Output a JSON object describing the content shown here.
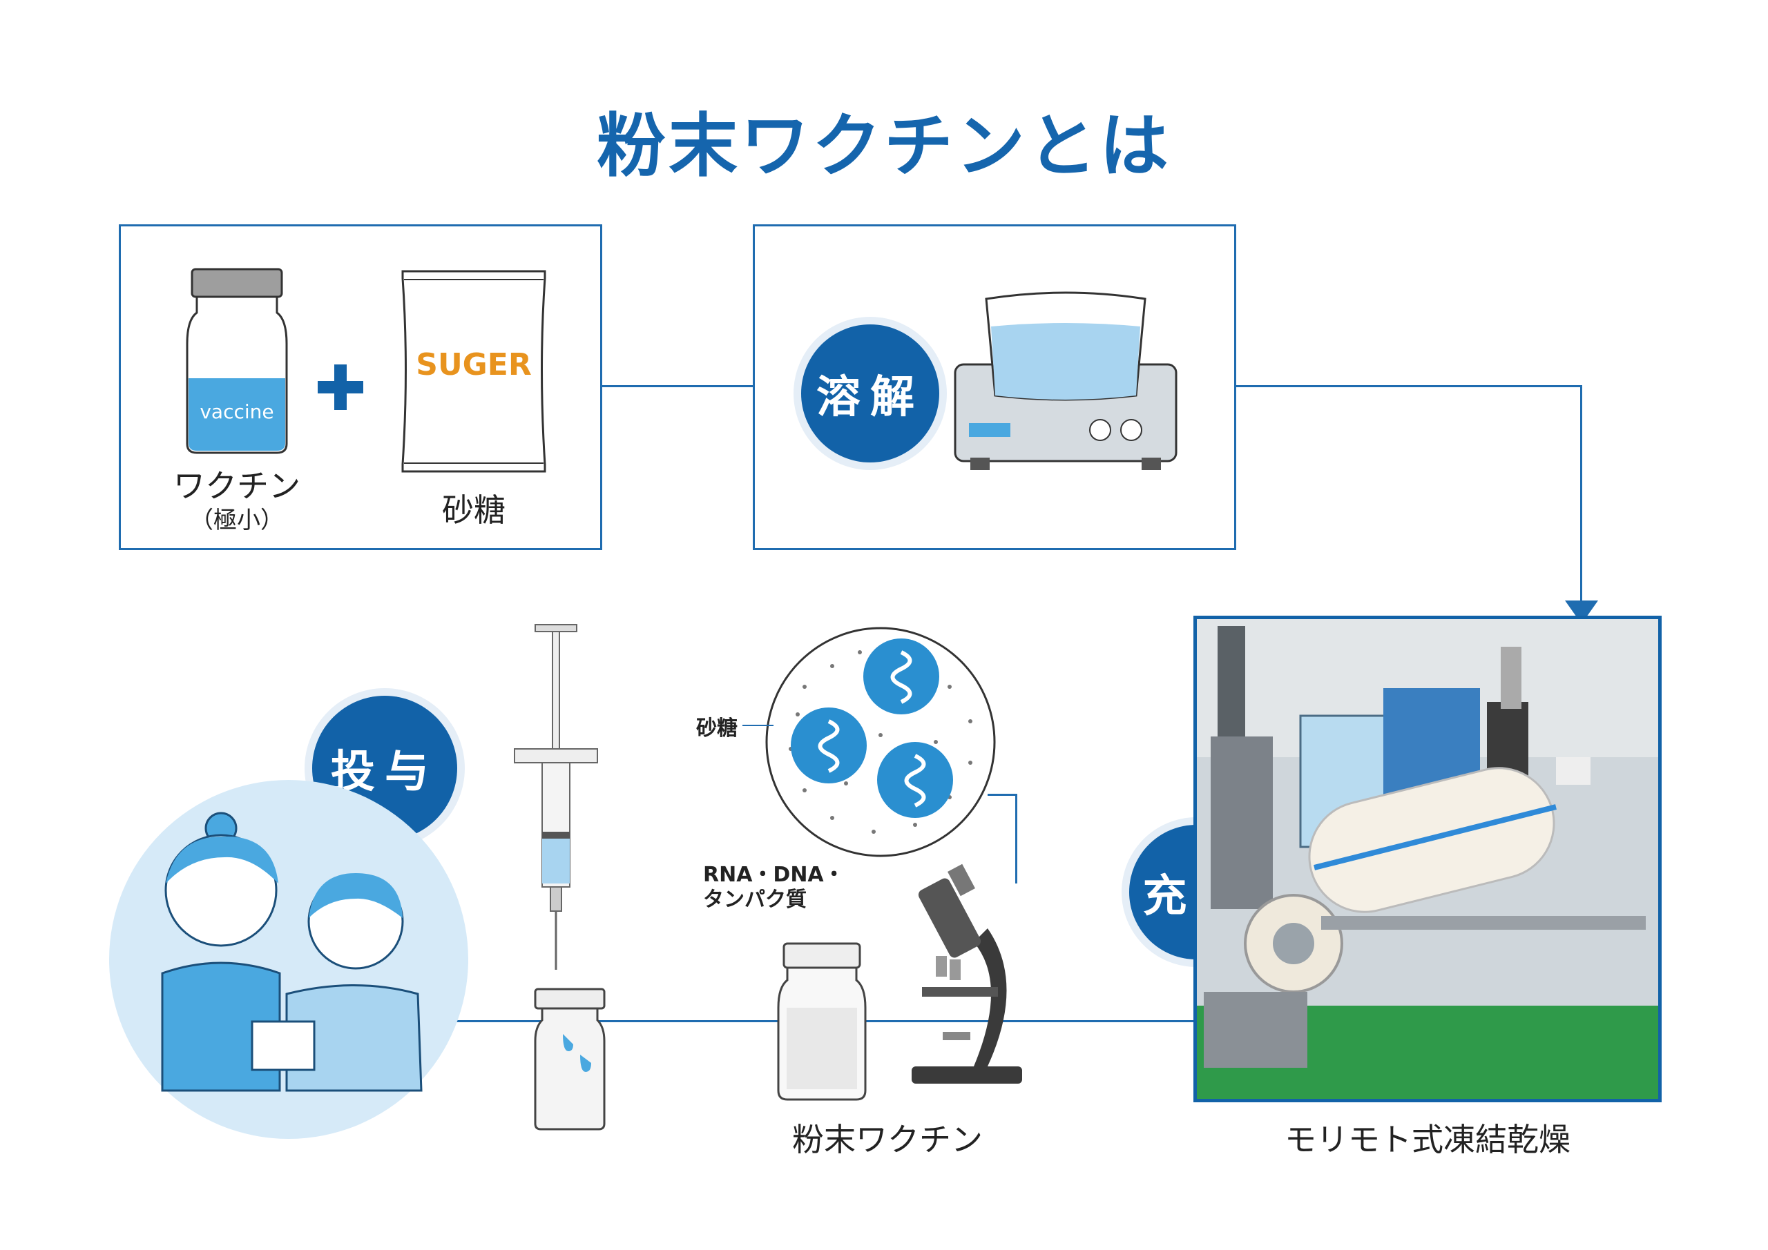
{
  "title": "粉末ワクチンとは",
  "ingredients": {
    "vaccine_bottle_text": "vaccine",
    "vaccine_label": "ワクチン",
    "vaccine_sublabel": "（極小）",
    "sugar_bag_text": "SUGER",
    "sugar_label": "砂糖"
  },
  "steps": {
    "dissolve": "溶解",
    "fill": "充填",
    "administer": "投与"
  },
  "microscope_view": {
    "sugar_label": "砂糖",
    "molecule_label_line1": "RNA・DNA・",
    "molecule_label_line2": "タンパク質"
  },
  "powder_vaccine_label": "粉末ワクチン",
  "freeze_dryer_label": "モリモト式凍結乾燥",
  "colors": {
    "primary_blue": "#1262a8",
    "light_blue": "#a8d4f0",
    "sugar_orange": "#e8931e"
  }
}
